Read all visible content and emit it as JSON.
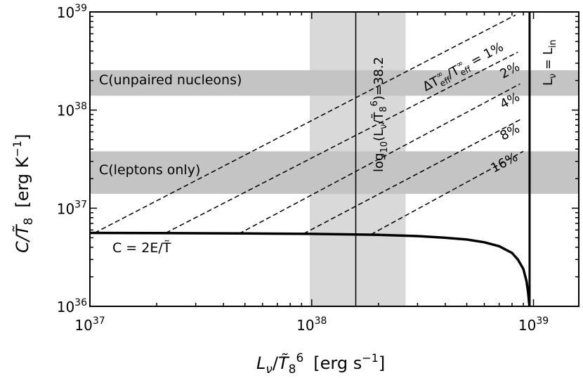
{
  "chart_data": {
    "type": "line",
    "xscale": "log",
    "yscale": "log",
    "xlim": [
      1e+37,
      1.6e+39
    ],
    "ylim": [
      1e+36,
      1e+39
    ],
    "xlabel": "L_ν / T̃₈⁶ [erg s⁻¹]",
    "ylabel": "C / T̃₈ [erg K⁻¹]",
    "x_ticks": [
      {
        "value": 1e+37,
        "mant": "10",
        "exp": "37"
      },
      {
        "value": 1e+38,
        "mant": "10",
        "exp": "38"
      },
      {
        "value": 1e+39,
        "mant": "10",
        "exp": "39"
      }
    ],
    "y_ticks": [
      {
        "value": 1e+36,
        "mant": "10",
        "exp": "36"
      },
      {
        "value": 1e+37,
        "mant": "10",
        "exp": "37"
      },
      {
        "value": 1e+38,
        "mant": "10",
        "exp": "38"
      },
      {
        "value": 1e+39,
        "mant": "10",
        "exp": "39"
      }
    ],
    "grid": false,
    "vertical_band": {
      "x": [
        9.8e+37,
        2.65e+38
      ]
    },
    "vertical_line": {
      "x": 1.58e+38,
      "label": "log10(Lν/T̃₈⁶) = 38.2"
    },
    "L_in": {
      "x": 9.6e+38,
      "label": "Lν = L_in"
    },
    "horizontal_bands": [
      {
        "label": "C(unpaired nucleons)",
        "y": [
          1.4e+38,
          2.55e+38
        ]
      },
      {
        "label": "C(leptons only)",
        "y": [
          1.4e+37,
          3.8e+37
        ]
      }
    ],
    "solid_curve": {
      "label": "C = 2E/T̃",
      "x": [
        1e+37,
        2e+37,
        5e+37,
        1e+38,
        1.58e+38,
        2e+38,
        3e+38,
        4e+38,
        5e+38,
        6e+38,
        7e+38,
        8e+38,
        8.5e+38,
        9e+38,
        9.3e+38,
        9.45e+38,
        9.55e+38,
        9.6e+38
      ],
      "y": [
        5.6e+36,
        5.58e+36,
        5.53e+36,
        5.47e+36,
        5.4e+36,
        5.35e+36,
        5.2e+36,
        5e+36,
        4.8e+36,
        4.5e+36,
        4.1e+36,
        3.5e+36,
        3e+36,
        2.4e+36,
        1.8e+36,
        1.4e+36,
        1.1e+36,
        1e+36
      ]
    },
    "dashed_series": [
      {
        "label": "ΔT∞eff / T∞eff = 1%",
        "x": [
          1.05e+37,
          8.3e+38
        ],
        "y": [
          5.6e+36,
          9.3e+38
        ]
      },
      {
        "label": "2%",
        "x": [
          2.2e+37,
          8.5e+38
        ],
        "y": [
          5.6e+36,
          3.9e+38
        ]
      },
      {
        "label": "4%",
        "x": [
          4.7e+37,
          8.7e+38
        ],
        "y": [
          5.5e+36,
          1.85e+38
        ]
      },
      {
        "label": "8%",
        "x": [
          9.2e+37,
          8.9e+38
        ],
        "y": [
          5.5e+36,
          8.2e+37
        ]
      },
      {
        "label": "16%",
        "x": [
          1.85e+38,
          9e+38
        ],
        "y": [
          5.4e+36,
          3.8e+37
        ]
      }
    ]
  },
  "labels": {
    "x_title_pre": "L",
    "x_title_sub": "ν",
    "x_title_slash": "/",
    "x_title_t": "T̃",
    "x_title_tsub": "8",
    "x_title_tsup": "6",
    "x_title_unit": "[erg s",
    "x_title_unit_exp": "−1",
    "x_title_close": "]",
    "y_title_pre": "C/",
    "y_title_t": "T̃",
    "y_title_tsub": "8",
    "y_title_unit": "[erg K",
    "y_title_unit_exp": "−1",
    "y_title_close": "]",
    "band_unpaired": "C(unpaired nucleons)",
    "band_leptons": "C(leptons only)",
    "curve_label": "C = 2E/T̃",
    "vline_label_pre": "log",
    "vline_label_10": "10",
    "vline_label_mid": "(L",
    "vline_label_nu": "ν",
    "vline_label_slash": "/",
    "vline_label_t": "T̃",
    "vline_label_8": "8",
    "vline_label_6": "6",
    "vline_label_end": ")=38.2",
    "lin_label_L": "L",
    "lin_label_nu": "ν",
    "lin_label_eq": " = L",
    "lin_label_in": "in",
    "dash_label_1": "ΔT",
    "dash_label_1_sup": "∞",
    "dash_label_1_sub": "eff",
    "dash_label_1_mid": "/T",
    "dash_label_1_sup2": "∞",
    "dash_label_1_sub2": "eff",
    "dash_label_1_end": " = 1%",
    "dash_label_2": "2%",
    "dash_label_3": "4%",
    "dash_label_4": "8%",
    "dash_label_5": "16%"
  }
}
